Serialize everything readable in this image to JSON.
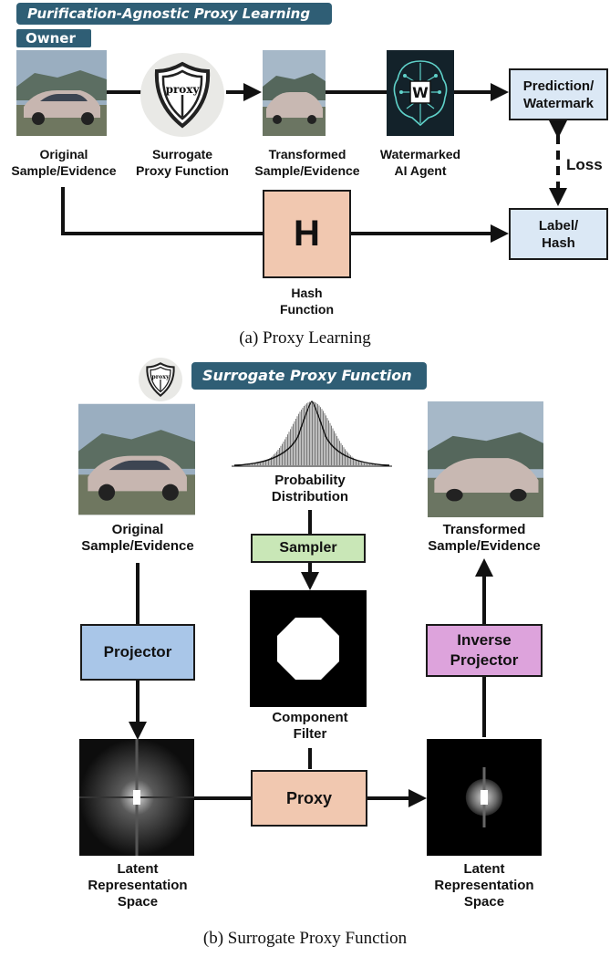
{
  "part_a": {
    "banner": "Purification-Agnostic Proxy Learning",
    "owner": "Owner",
    "original_label": "Original\nSample/Evidence",
    "proxy_badge": "proxy",
    "surrogate_label": "Surrogate\nProxy Function",
    "transformed_label": "Transformed\nSample/Evidence",
    "agent_badge": "W",
    "agent_label": "Watermarked\nAI Agent",
    "prediction_box": "Prediction/\nWatermark",
    "loss_label": "Loss",
    "hash_box": "H",
    "hash_label": "Hash\nFunction",
    "label_box": "Label/\nHash",
    "caption": "(a) Proxy Learning"
  },
  "part_b": {
    "proxy_badge": "proxy",
    "banner": "Surrogate Proxy Function",
    "original_label": "Original\nSample/Evidence",
    "prob_label": "Probability\nDistribution",
    "transformed_label": "Transformed\nSample/Evidence",
    "sampler_box": "Sampler",
    "projector_box": "Projector",
    "inverse_box": "Inverse\nProjector",
    "component_label": "Component\nFilter",
    "proxy_box": "Proxy",
    "latent_left_label": "Latent\nRepresentation\nSpace",
    "latent_right_label": "Latent\nRepresentation\nSpace",
    "caption": "(b) Surrogate Proxy Function"
  },
  "colors": {
    "banner": "#2f5e75",
    "light_blue_box": "#dbe8f5",
    "hash_box": "#f1c8b0",
    "sampler_box": "#c9e7b7",
    "projector_box": "#a9c6e8",
    "inverse_box": "#dda3dc",
    "proxy_box": "#f1c8b0"
  },
  "icons": [
    "car-photo",
    "shield-icon",
    "brain-circuit-icon",
    "gaussian-curve",
    "octagon-filter-mask",
    "frequency-spectrum"
  ]
}
